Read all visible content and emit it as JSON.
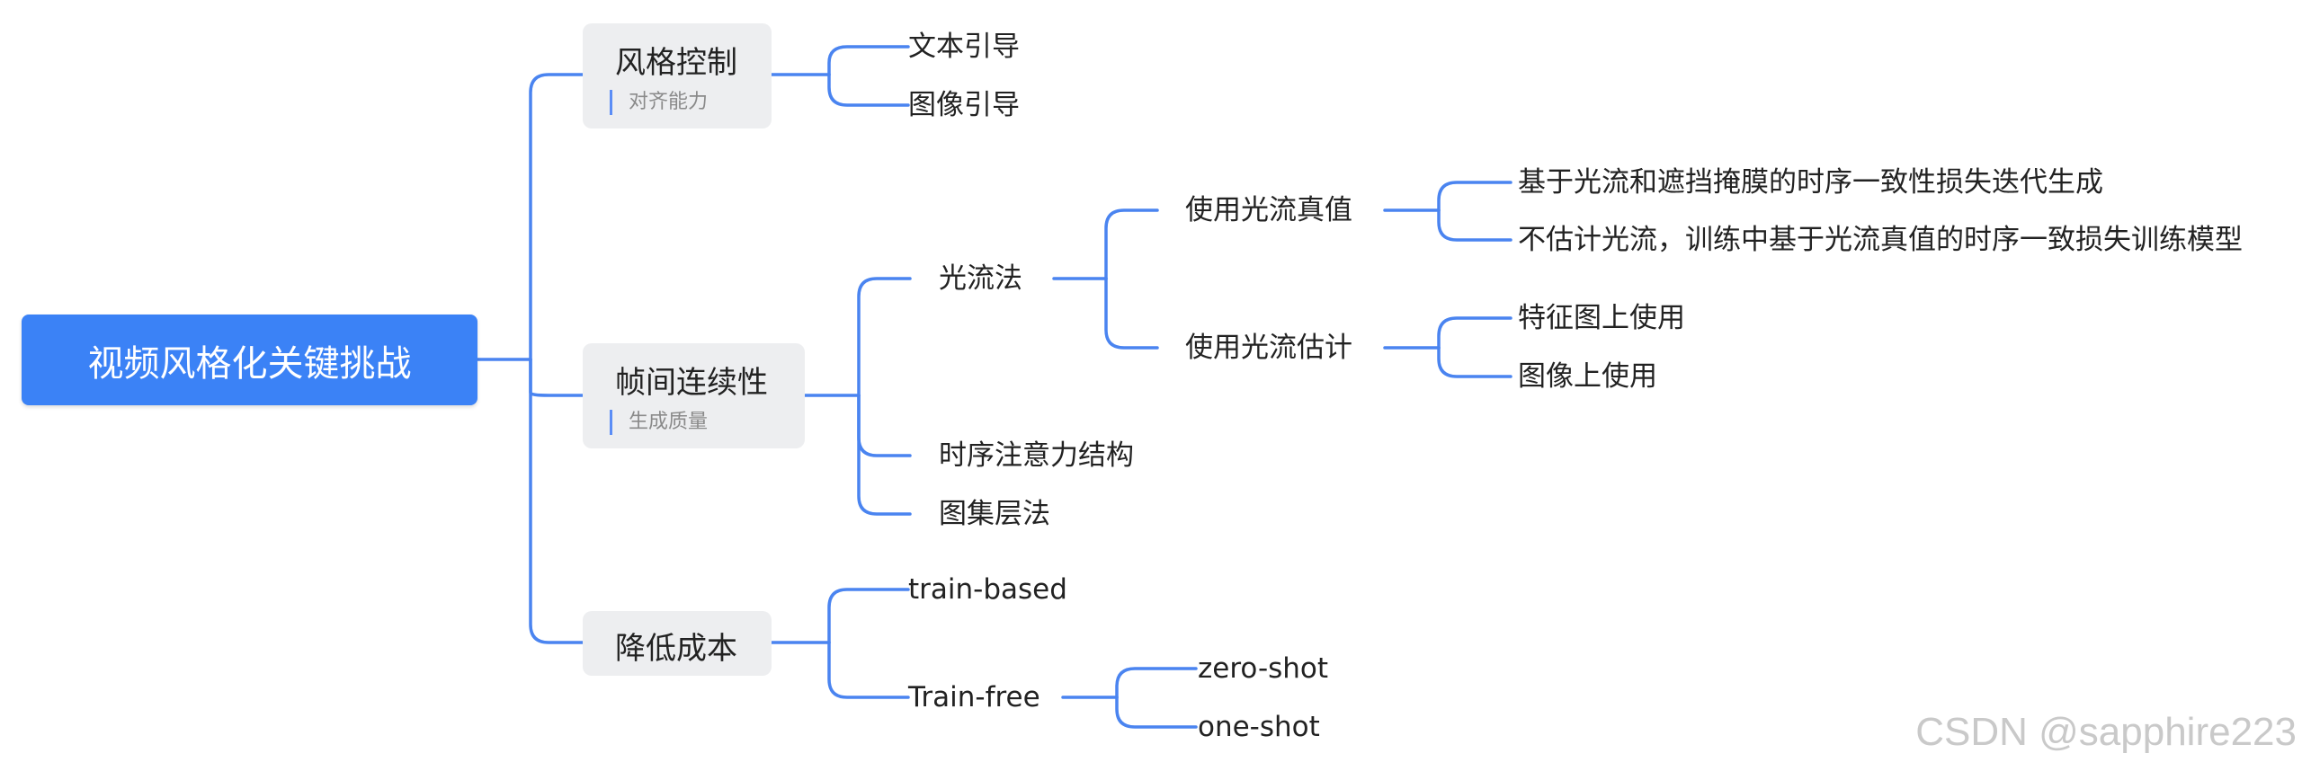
{
  "root": "视频风格化关键挑战",
  "branches": {
    "style": {
      "title": "风格控制",
      "sub": "对齐能力",
      "children": [
        "文本引导",
        "图像引导"
      ]
    },
    "temporal": {
      "title": "帧间连续性",
      "sub": "生成质量",
      "optical_flow": {
        "label": "光流法",
        "gt": {
          "label": "使用光流真值",
          "children": [
            "基于光流和遮挡掩膜的时序一致性损失迭代生成",
            "不估计光流，训练中基于光流真值的时序一致损失训练模型"
          ]
        },
        "est": {
          "label": "使用光流估计",
          "children": [
            "特征图上使用",
            "图像上使用"
          ]
        }
      },
      "attention": "时序注意力结构",
      "atlas": "图集层法"
    },
    "cost": {
      "title": "降低成本",
      "train_based": "train-based",
      "train_free": {
        "label": "Train-free",
        "children": [
          "zero-shot",
          "one-shot"
        ]
      }
    }
  },
  "watermark": "CSDN @sapphire223",
  "colors": {
    "root": "#3B82F6",
    "line": "#4A84F0",
    "box": "#EDEEF0"
  }
}
